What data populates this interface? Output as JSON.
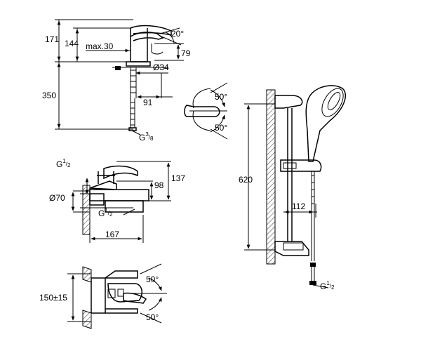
{
  "colors": {
    "line": "#000000",
    "background": "#ffffff"
  },
  "basin_mixer": {
    "dim_total_height": "171",
    "dim_spout_height": "144",
    "dim_max": "max.30",
    "dim_angle": "20°",
    "dim_lever": "79",
    "dim_diameter": "Ø34",
    "dim_below": "350",
    "dim_reach": "91",
    "connection_label": "G",
    "connection_sup": "3",
    "connection_sub": "8"
  },
  "top_view": {
    "angle_top": "50°",
    "angle_bottom": "50°"
  },
  "bath_mixer": {
    "conn_label": "G",
    "conn_sup": "1",
    "conn_sub": "2",
    "dim_diameter": "Ø70",
    "dim_height": "137",
    "dim_spout": "98",
    "bottom_conn_label": "G",
    "bottom_conn_sup": "1",
    "bottom_conn_sub": "2",
    "dim_projection": "167"
  },
  "shower_mixer": {
    "dim_centers": "150±15",
    "angle_top": "50°",
    "angle_bottom": "50°"
  },
  "shower_rail": {
    "dim_height": "620",
    "dim_offset": "112",
    "conn_label": "G",
    "conn_sup": "1",
    "conn_sub": "2"
  }
}
